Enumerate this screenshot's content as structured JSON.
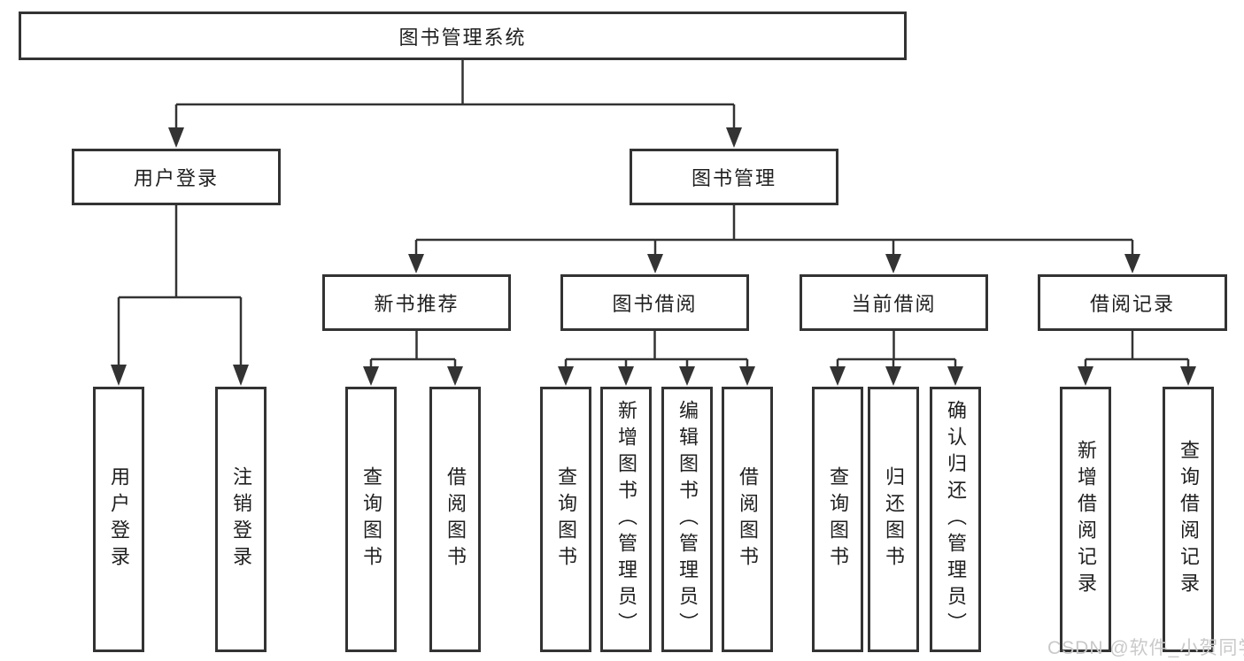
{
  "watermark": "CSDN @软件_小贺同学",
  "colors": {
    "line": "#333333",
    "box_border": "#333333",
    "box_bg": "#ffffff",
    "text": "#1f1f1f",
    "watermark": "#c9c9c9"
  },
  "tree": {
    "label": "图书管理系统",
    "children": [
      {
        "label": "用户登录",
        "children": [
          {
            "label": "用户登录"
          },
          {
            "label": "注销登录"
          }
        ]
      },
      {
        "label": "图书管理",
        "children": [
          {
            "label": "新书推荐",
            "children": [
              {
                "label": "查询图书"
              },
              {
                "label": "借阅图书"
              }
            ]
          },
          {
            "label": "图书借阅",
            "children": [
              {
                "label": "查询图书"
              },
              {
                "label": "新增图书（管理员）"
              },
              {
                "label": "编辑图书（管理员）"
              },
              {
                "label": "借阅图书"
              }
            ]
          },
          {
            "label": "当前借阅",
            "children": [
              {
                "label": "查询图书"
              },
              {
                "label": "归还图书"
              },
              {
                "label": "确认归还（管理员）"
              }
            ]
          },
          {
            "label": "借阅记录",
            "children": [
              {
                "label": "新增借阅记录"
              },
              {
                "label": "查询借阅记录"
              }
            ]
          }
        ]
      }
    ]
  }
}
